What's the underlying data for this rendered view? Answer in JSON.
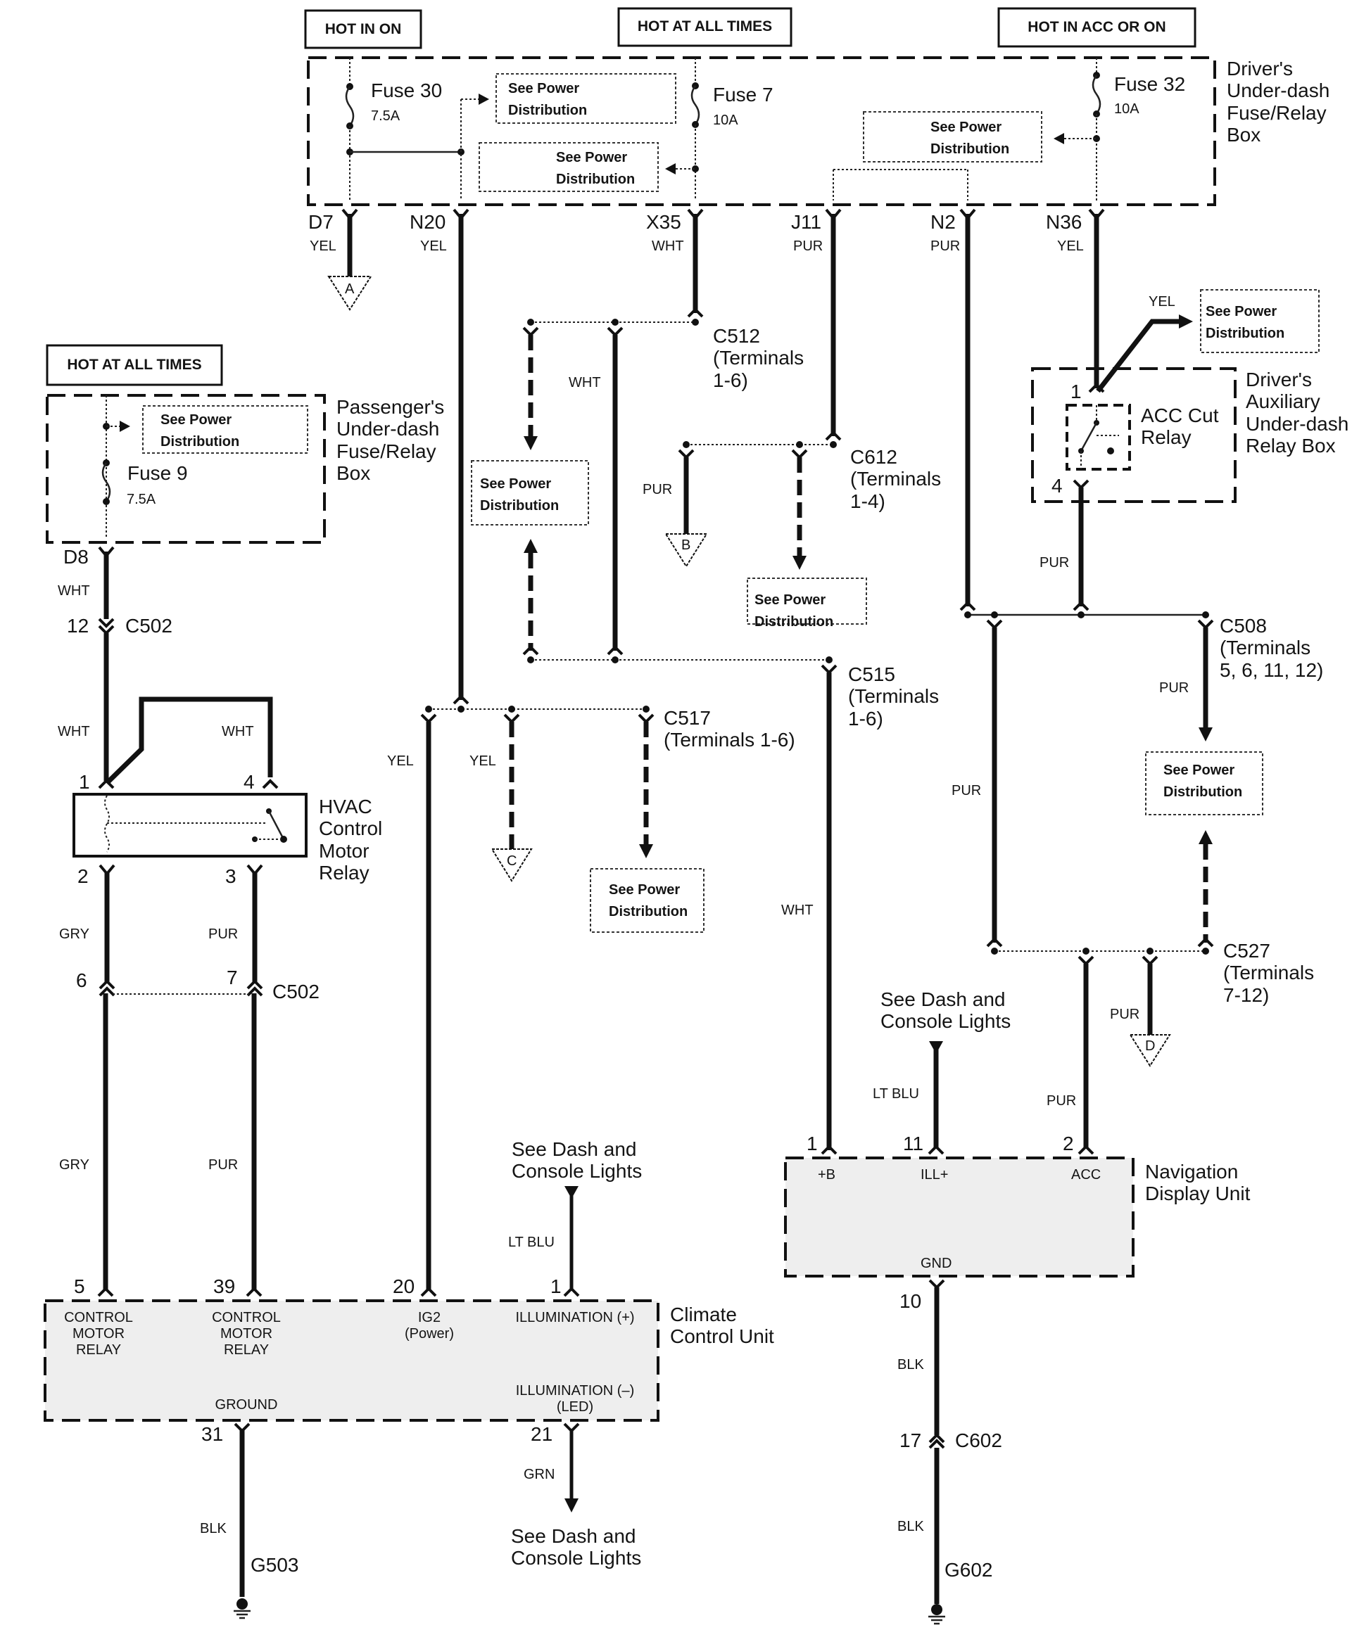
{
  "headers": {
    "hot_in_on": "HOT IN ON",
    "hot_at_all_times_top": "HOT AT ALL TIMES",
    "hot_in_acc_or_on": "HOT IN ACC OR ON",
    "hot_at_all_times_left": "HOT AT ALL TIMES"
  },
  "drivers_fuse_box": {
    "label": "Driver's\nUnder-dash\nFuse/Relay\nBox",
    "fuses": [
      {
        "name": "Fuse 30",
        "rating": "7.5A"
      },
      {
        "name": "Fuse 7",
        "rating": "10A"
      },
      {
        "name": "Fuse 32",
        "rating": "10A"
      }
    ],
    "outputs": [
      {
        "terminal": "D7",
        "color": "YEL"
      },
      {
        "terminal": "N20",
        "color": "YEL"
      },
      {
        "terminal": "X35",
        "color": "WHT"
      },
      {
        "terminal": "J11",
        "color": "PUR"
      },
      {
        "terminal": "N2",
        "color": "PUR"
      },
      {
        "terminal": "N36",
        "color": "YEL"
      }
    ]
  },
  "see_power_distribution": "See Power\nDistribution",
  "passenger_fuse_box": {
    "label": "Passenger's\nUnder-dash\nFuse/Relay\nBox",
    "fuse": {
      "name": "Fuse 9",
      "rating": "7.5A"
    },
    "output": {
      "terminal": "D8",
      "color": "WHT"
    }
  },
  "connectors": {
    "c502_top": {
      "pin": "12",
      "name": "C502"
    },
    "c502_bottom": {
      "pin_left": "6",
      "pin_right": "7",
      "name": "C502"
    },
    "c512": "C512\n(Terminals\n1-6)",
    "c612": "C612\n(Terminals\n1-4)",
    "c515": "C515\n(Terminals\n1-6)",
    "c517": "C517\n(Terminals 1-6)",
    "c508": "C508\n(Terminals\n5, 6, 11, 12)",
    "c527": "C527\n(Terminals\n7-12)",
    "c602": {
      "pin": "17",
      "name": "C602"
    }
  },
  "off_page": {
    "a": "A",
    "b": "B",
    "c": "C",
    "d": "D"
  },
  "hvac_relay": {
    "label": "HVAC\nControl\nMotor\nRelay",
    "pins": {
      "p1": "1",
      "p2": "2",
      "p3": "3",
      "p4": "4"
    }
  },
  "acc_cut_relay": {
    "label": "ACC Cut\nRelay",
    "box_label": "Driver's\nAuxiliary\nUnder-dash\nRelay Box",
    "pins": {
      "p1": "1",
      "p4": "4"
    }
  },
  "climate_control_unit": {
    "label": "Climate\nControl Unit",
    "pins": [
      {
        "pin": "5",
        "function": "CONTROL\nMOTOR\nRELAY"
      },
      {
        "pin": "39",
        "function": "CONTROL\nMOTOR\nRELAY"
      },
      {
        "pin": "20",
        "function": "IG2\n(Power)"
      },
      {
        "pin": "1",
        "function": "ILLUMINATION (+)"
      },
      {
        "pin": "31",
        "function": "GROUND"
      },
      {
        "pin": "21",
        "function": "ILLUMINATION (–)\n(LED)"
      }
    ]
  },
  "navigation_display_unit": {
    "label": "Navigation\nDisplay Unit",
    "pins": [
      {
        "pin": "1",
        "function": "+B"
      },
      {
        "pin": "11",
        "function": "ILL+"
      },
      {
        "pin": "2",
        "function": "ACC"
      },
      {
        "pin": "10",
        "function": "GND"
      }
    ]
  },
  "wire_colors": {
    "wht": "WHT",
    "yel": "YEL",
    "pur": "PUR",
    "gry": "GRY",
    "blk": "BLK",
    "grn": "GRN",
    "lt_blu": "LT BLU"
  },
  "see_dash_console": "See Dash and\nConsole Lights",
  "grounds": {
    "g503": "G503",
    "g602": "G602"
  }
}
